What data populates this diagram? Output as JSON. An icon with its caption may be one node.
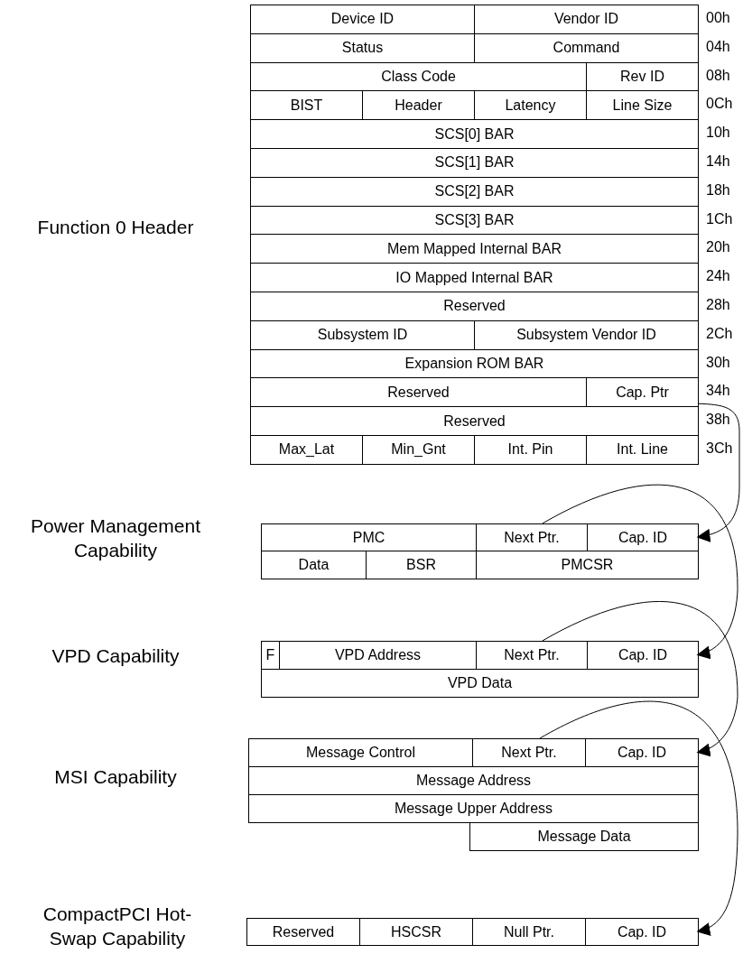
{
  "diagram": {
    "nodes": [
      {
        "text": [
          "Function 0 Header"
        ]
      },
      {
        "text": [
          "Device ID"
        ],
        "in": 0
      },
      {
        "text": [
          "Vendor ID"
        ],
        "in": 0
      },
      {
        "text": [
          "Status"
        ],
        "in": 0
      },
      {
        "text": [
          "Command"
        ],
        "in": 0
      },
      {
        "text": [
          "Class Code"
        ],
        "in": 0
      },
      {
        "text": [
          "Rev ID"
        ],
        "in": 0
      },
      {
        "text": [
          "BIST"
        ],
        "in": 0
      },
      {
        "text": [
          "Header"
        ],
        "in": 0
      },
      {
        "text": [
          "Latency"
        ],
        "in": 0
      },
      {
        "text": [
          "Line Size"
        ],
        "in": 0
      },
      {
        "text": [
          "SCS[0] BAR"
        ],
        "in": 0
      },
      {
        "text": [
          "SCS[1] BAR"
        ],
        "in": 0
      },
      {
        "text": [
          "SCS[2] BAR"
        ],
        "in": 0
      },
      {
        "text": [
          "SCS[3] BAR"
        ],
        "in": 0
      },
      {
        "text": [
          "Mem Mapped Internal BAR"
        ],
        "in": 0
      },
      {
        "text": [
          "IO Mapped Internal BAR"
        ],
        "in": 0
      },
      {
        "text": [
          "Reserved"
        ],
        "in": 0
      },
      {
        "text": [
          "Subsystem ID"
        ],
        "in": 0
      },
      {
        "text": [
          "Subsystem Vendor ID"
        ],
        "in": 0
      },
      {
        "text": [
          "Expansion ROM BAR"
        ],
        "in": 0
      },
      {
        "text": [
          "Reserved"
        ],
        "in": 0
      },
      {
        "text": [
          "Cap. Ptr"
        ],
        "in": 0
      },
      {
        "text": [
          "Reserved"
        ],
        "in": 0
      },
      {
        "text": [
          "Max_Lat"
        ],
        "in": 0
      },
      {
        "text": [
          "Min_Gnt"
        ],
        "in": 0
      },
      {
        "text": [
          "Int. Pin"
        ],
        "in": 0
      },
      {
        "text": [
          "Int. Line"
        ],
        "in": 0
      },
      {
        "text": [
          "Power Management Capability"
        ]
      },
      {
        "text": [
          "PMC"
        ],
        "in": 28
      },
      {
        "text": [
          "Next Ptr."
        ],
        "in": 28
      },
      {
        "text": [
          "Cap. ID"
        ],
        "in": 28
      },
      {
        "text": [
          "Data"
        ],
        "in": 28
      },
      {
        "text": [
          "BSR"
        ],
        "in": 28
      },
      {
        "text": [
          "PMCSR"
        ],
        "in": 28
      },
      {
        "text": [
          "VPD Capability"
        ]
      },
      {
        "text": [
          "F"
        ],
        "in": 35
      },
      {
        "text": [
          "VPD Address"
        ],
        "in": 35
      },
      {
        "text": [
          "Next Ptr."
        ],
        "in": 35
      },
      {
        "text": [
          "Cap. ID"
        ],
        "in": 35
      },
      {
        "text": [
          "VPD Data"
        ],
        "in": 35
      },
      {
        "text": [
          "MSI Capability"
        ]
      },
      {
        "text": [
          "Message Control"
        ],
        "in": 41
      },
      {
        "text": [
          "Next Ptr."
        ],
        "in": 41
      },
      {
        "text": [
          "Cap. ID"
        ],
        "in": 41
      },
      {
        "text": [
          "Message Address"
        ],
        "in": 41
      },
      {
        "text": [
          "Message Upper Address"
        ],
        "in": 41
      },
      {
        "text": [
          "Message Data"
        ],
        "in": 41
      },
      {
        "text": [
          "CompactPCI Hot-Swap Capability"
        ]
      },
      {
        "text": [
          "Reserved"
        ],
        "in": 48
      },
      {
        "text": [
          "HSCSR"
        ],
        "in": 48
      },
      {
        "text": [
          "Null Ptr."
        ],
        "in": 48
      },
      {
        "text": [
          "Cap. ID"
        ],
        "in": 48
      }
    ],
    "edges": [
      {
        "from": 22,
        "to": 31,
        "arrow": "to"
      },
      {
        "from": 30,
        "to": 39,
        "arrow": "to"
      },
      {
        "from": 38,
        "to": 44,
        "arrow": "to"
      },
      {
        "from": 43,
        "to": 52,
        "arrow": "to"
      }
    ],
    "labels": [
      "00h",
      "04h",
      "08h",
      "0Ch",
      "10h",
      "14h",
      "18h",
      "1Ch",
      "20h",
      "24h",
      "28h",
      "2Ch",
      "30h",
      "34h",
      "38h",
      "3Ch"
    ]
  }
}
